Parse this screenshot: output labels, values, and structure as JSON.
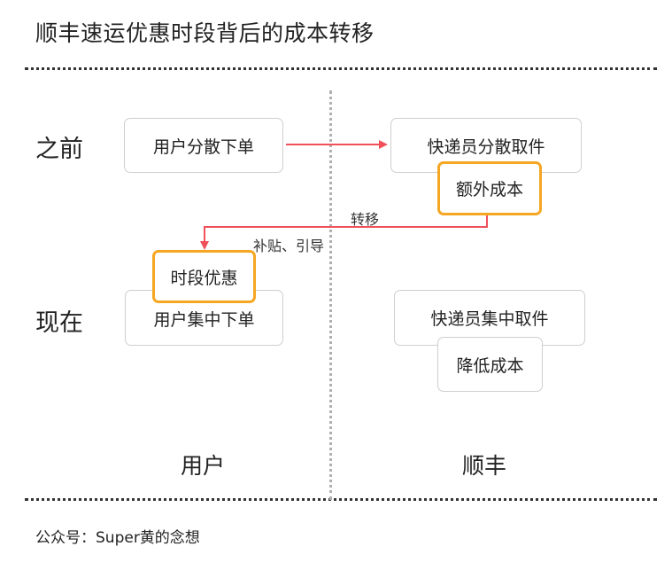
{
  "title": "顺丰速运优惠时段背后的成本转移",
  "rows": {
    "before": "之前",
    "now": "现在"
  },
  "columns": {
    "user": "用户",
    "sf": "顺丰"
  },
  "boxes": {
    "user_before": "用户分散下单",
    "courier_before": "快递员分散取件",
    "extra_cost": "额外成本",
    "time_discount": "时段优惠",
    "user_now": "用户集中下单",
    "courier_now": "快递员集中取件",
    "lower_cost": "降低成本"
  },
  "labels": {
    "transfer": "转移",
    "subsidy": "补贴、引导"
  },
  "footer": "公众号：Super黄的念想",
  "colors": {
    "arrow": "#f0505a",
    "highlight": "#f5a623"
  }
}
